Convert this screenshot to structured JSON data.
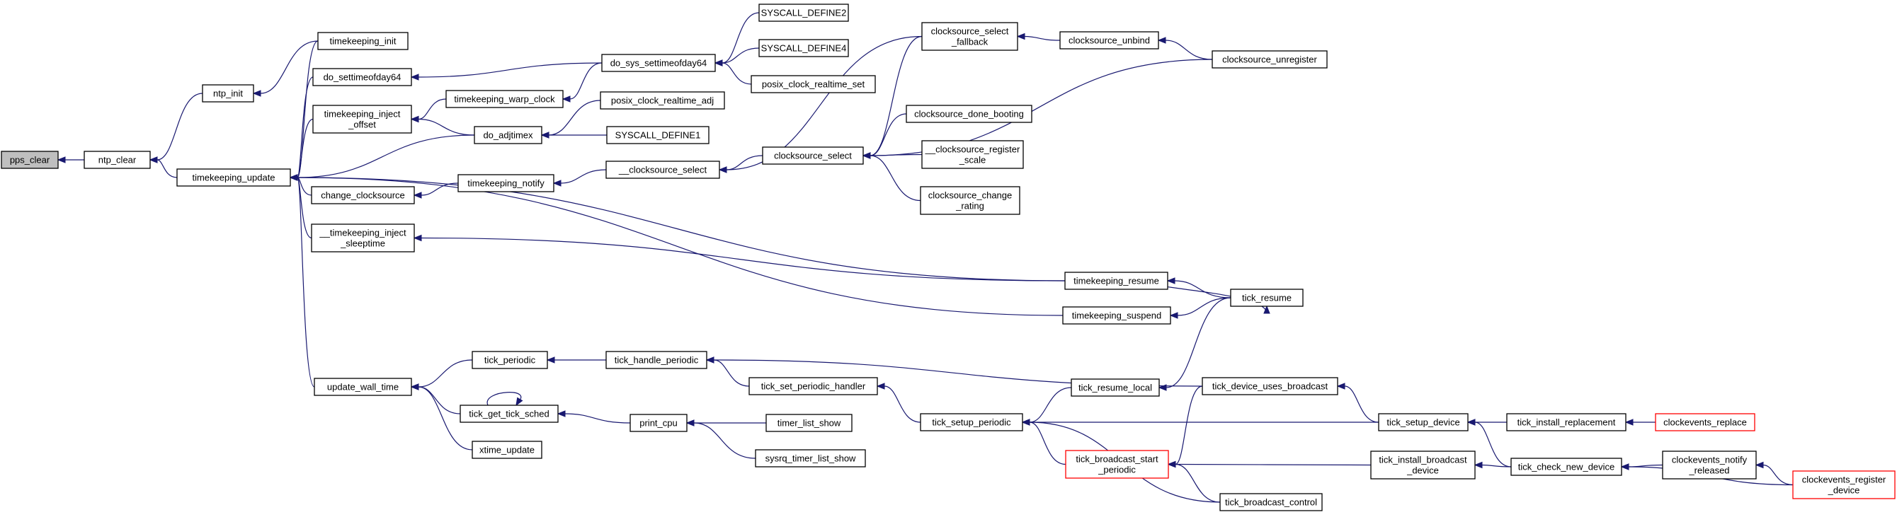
{
  "colors": {
    "edge": "#191970",
    "node_border": "#000000",
    "node_border_truncated": "#ff0000",
    "root_fill": "#bfbfbf",
    "node_fill": "#ffffff"
  },
  "nodes": [
    {
      "id": "pps_clear",
      "lines": [
        "pps_clear"
      ],
      "root": true
    },
    {
      "id": "ntp_clear",
      "lines": [
        "ntp_clear"
      ]
    },
    {
      "id": "ntp_init",
      "lines": [
        "ntp_init"
      ]
    },
    {
      "id": "timekeeping_update",
      "lines": [
        "timekeeping_update"
      ]
    },
    {
      "id": "timekeeping_init",
      "lines": [
        "timekeeping_init"
      ]
    },
    {
      "id": "do_settimeofday64",
      "lines": [
        "do_settimeofday64"
      ]
    },
    {
      "id": "timekeeping_inject_offset",
      "lines": [
        "timekeeping_inject",
        "_offset"
      ]
    },
    {
      "id": "change_clocksource",
      "lines": [
        "change_clocksource"
      ]
    },
    {
      "id": "__timekeeping_inject_sleeptime",
      "lines": [
        "__timekeeping_inject",
        "_sleeptime"
      ]
    },
    {
      "id": "update_wall_time",
      "lines": [
        "update_wall_time"
      ]
    },
    {
      "id": "do_sys_settimeofday64",
      "lines": [
        "do_sys_settimeofday64"
      ]
    },
    {
      "id": "timekeeping_warp_clock",
      "lines": [
        "timekeeping_warp_clock"
      ]
    },
    {
      "id": "do_adjtimex",
      "lines": [
        "do_adjtimex"
      ]
    },
    {
      "id": "timekeeping_notify",
      "lines": [
        "timekeeping_notify"
      ]
    },
    {
      "id": "tick_periodic",
      "lines": [
        "tick_periodic"
      ]
    },
    {
      "id": "tick_get_tick_sched",
      "lines": [
        "tick_get_tick_sched"
      ]
    },
    {
      "id": "xtime_update",
      "lines": [
        "xtime_update"
      ]
    },
    {
      "id": "SYSCALL_DEFINE2",
      "lines": [
        "SYSCALL_DEFINE2"
      ]
    },
    {
      "id": "SYSCALL_DEFINE4",
      "lines": [
        "SYSCALL_DEFINE4"
      ]
    },
    {
      "id": "posix_clock_realtime_set",
      "lines": [
        "posix_clock_realtime_set"
      ]
    },
    {
      "id": "posix_clock_realtime_adj",
      "lines": [
        "posix_clock_realtime_adj"
      ]
    },
    {
      "id": "SYSCALL_DEFINE1",
      "lines": [
        "SYSCALL_DEFINE1"
      ]
    },
    {
      "id": "__clocksource_select",
      "lines": [
        "__clocksource_select"
      ]
    },
    {
      "id": "tick_handle_periodic",
      "lines": [
        "tick_handle_periodic"
      ]
    },
    {
      "id": "print_cpu",
      "lines": [
        "print_cpu"
      ]
    },
    {
      "id": "clocksource_select",
      "lines": [
        "clocksource_select"
      ]
    },
    {
      "id": "tick_set_periodic_handler",
      "lines": [
        "tick_set_periodic_handler"
      ]
    },
    {
      "id": "timer_list_show",
      "lines": [
        "timer_list_show"
      ]
    },
    {
      "id": "sysrq_timer_list_show",
      "lines": [
        "sysrq_timer_list_show"
      ]
    },
    {
      "id": "clocksource_select_fallback",
      "lines": [
        "clocksource_select",
        "_fallback"
      ]
    },
    {
      "id": "clocksource_done_booting",
      "lines": [
        "clocksource_done_booting"
      ]
    },
    {
      "id": "__clocksource_register_scale",
      "lines": [
        "__clocksource_register",
        "_scale"
      ]
    },
    {
      "id": "clocksource_change_rating",
      "lines": [
        "clocksource_change",
        "_rating"
      ]
    },
    {
      "id": "tick_setup_periodic",
      "lines": [
        "tick_setup_periodic"
      ]
    },
    {
      "id": "clocksource_unbind",
      "lines": [
        "clocksource_unbind"
      ]
    },
    {
      "id": "timekeeping_resume",
      "lines": [
        "timekeeping_resume"
      ]
    },
    {
      "id": "timekeeping_suspend",
      "lines": [
        "timekeeping_suspend"
      ]
    },
    {
      "id": "tick_resume_local",
      "lines": [
        "tick_resume_local"
      ]
    },
    {
      "id": "tick_broadcast_start_periodic",
      "lines": [
        "tick_broadcast_start",
        "_periodic"
      ],
      "truncated": true
    },
    {
      "id": "clocksource_unregister",
      "lines": [
        "clocksource_unregister"
      ]
    },
    {
      "id": "tick_resume",
      "lines": [
        "tick_resume"
      ]
    },
    {
      "id": "tick_device_uses_broadcast",
      "lines": [
        "tick_device_uses_broadcast"
      ]
    },
    {
      "id": "tick_broadcast_control",
      "lines": [
        "tick_broadcast_control"
      ]
    },
    {
      "id": "tick_setup_device",
      "lines": [
        "tick_setup_device"
      ]
    },
    {
      "id": "tick_install_broadcast_device",
      "lines": [
        "tick_install_broadcast",
        "_device"
      ]
    },
    {
      "id": "tick_install_replacement",
      "lines": [
        "tick_install_replacement"
      ]
    },
    {
      "id": "tick_check_new_device",
      "lines": [
        "tick_check_new_device"
      ]
    },
    {
      "id": "clockevents_replace",
      "lines": [
        "clockevents_replace"
      ],
      "truncated": true
    },
    {
      "id": "clockevents_notify_released",
      "lines": [
        "clockevents_notify",
        "_released"
      ]
    },
    {
      "id": "clockevents_register_device",
      "lines": [
        "clockevents_register",
        "_device"
      ],
      "truncated": true
    }
  ],
  "edges": [
    {
      "from": "ntp_clear",
      "to": "pps_clear"
    },
    {
      "from": "ntp_init",
      "to": "ntp_clear"
    },
    {
      "from": "timekeeping_update",
      "to": "ntp_clear"
    },
    {
      "from": "timekeeping_init",
      "to": "ntp_init"
    },
    {
      "from": "timekeeping_init",
      "to": "timekeeping_update"
    },
    {
      "from": "do_settimeofday64",
      "to": "timekeeping_update"
    },
    {
      "from": "timekeeping_inject_offset",
      "to": "timekeeping_update"
    },
    {
      "from": "do_adjtimex",
      "to": "timekeeping_update"
    },
    {
      "from": "change_clocksource",
      "to": "timekeeping_update"
    },
    {
      "from": "__timekeeping_inject_sleeptime",
      "to": "timekeeping_update"
    },
    {
      "from": "timekeeping_resume",
      "to": "timekeeping_update"
    },
    {
      "from": "timekeeping_suspend",
      "to": "timekeeping_update"
    },
    {
      "from": "update_wall_time",
      "to": "timekeeping_update"
    },
    {
      "from": "do_sys_settimeofday64",
      "to": "do_settimeofday64"
    },
    {
      "from": "timekeeping_warp_clock",
      "to": "timekeeping_inject_offset"
    },
    {
      "from": "do_adjtimex",
      "to": "timekeeping_inject_offset"
    },
    {
      "from": "timekeeping_notify",
      "to": "change_clocksource"
    },
    {
      "from": "timekeeping_resume",
      "to": "__timekeeping_inject_sleeptime"
    },
    {
      "from": "tick_periodic",
      "to": "update_wall_time"
    },
    {
      "from": "tick_get_tick_sched",
      "to": "update_wall_time"
    },
    {
      "from": "xtime_update",
      "to": "update_wall_time"
    },
    {
      "from": "SYSCALL_DEFINE2",
      "to": "do_sys_settimeofday64"
    },
    {
      "from": "SYSCALL_DEFINE4",
      "to": "do_sys_settimeofday64"
    },
    {
      "from": "posix_clock_realtime_set",
      "to": "do_sys_settimeofday64"
    },
    {
      "from": "do_sys_settimeofday64",
      "to": "timekeeping_warp_clock"
    },
    {
      "from": "posix_clock_realtime_adj",
      "to": "do_adjtimex"
    },
    {
      "from": "SYSCALL_DEFINE1",
      "to": "do_adjtimex"
    },
    {
      "from": "__clocksource_select",
      "to": "timekeeping_notify"
    },
    {
      "from": "tick_handle_periodic",
      "to": "tick_periodic"
    },
    {
      "from": "tick_get_tick_sched",
      "to": "tick_get_tick_sched"
    },
    {
      "from": "print_cpu",
      "to": "tick_get_tick_sched"
    },
    {
      "from": "clocksource_select",
      "to": "__clocksource_select"
    },
    {
      "from": "clocksource_select_fallback",
      "to": "__clocksource_select"
    },
    {
      "from": "tick_set_periodic_handler",
      "to": "tick_handle_periodic"
    },
    {
      "from": "tick_device_uses_broadcast",
      "to": "tick_handle_periodic"
    },
    {
      "from": "timer_list_show",
      "to": "print_cpu"
    },
    {
      "from": "sysrq_timer_list_show",
      "to": "print_cpu"
    },
    {
      "from": "clocksource_select_fallback",
      "to": "clocksource_select"
    },
    {
      "from": "clocksource_unregister",
      "to": "clocksource_select"
    },
    {
      "from": "clocksource_done_booting",
      "to": "clocksource_select"
    },
    {
      "from": "__clocksource_register_scale",
      "to": "clocksource_select"
    },
    {
      "from": "clocksource_change_rating",
      "to": "clocksource_select"
    },
    {
      "from": "tick_setup_periodic",
      "to": "tick_set_periodic_handler"
    },
    {
      "from": "clocksource_unbind",
      "to": "clocksource_select_fallback"
    },
    {
      "from": "tick_resume_local",
      "to": "tick_setup_periodic"
    },
    {
      "from": "tick_broadcast_start_periodic",
      "to": "tick_setup_periodic"
    },
    {
      "from": "tick_broadcast_control",
      "to": "tick_setup_periodic"
    },
    {
      "from": "tick_setup_device",
      "to": "tick_setup_periodic"
    },
    {
      "from": "clocksource_unregister",
      "to": "clocksource_unbind"
    },
    {
      "from": "tick_resume",
      "to": "timekeeping_resume"
    },
    {
      "from": "tick_resume",
      "to": "timekeeping_suspend"
    },
    {
      "from": "tick_resume",
      "to": "tick_resume_local"
    },
    {
      "from": "tick_device_uses_broadcast",
      "to": "tick_broadcast_start_periodic"
    },
    {
      "from": "tick_install_broadcast_device",
      "to": "tick_broadcast_start_periodic"
    },
    {
      "from": "tick_broadcast_control",
      "to": "tick_broadcast_start_periodic"
    },
    {
      "from": "timekeeping_resume",
      "to": "tick_resume"
    },
    {
      "from": "tick_setup_device",
      "to": "tick_device_uses_broadcast"
    },
    {
      "from": "tick_install_replacement",
      "to": "tick_setup_device"
    },
    {
      "from": "tick_check_new_device",
      "to": "tick_setup_device"
    },
    {
      "from": "tick_check_new_device",
      "to": "tick_install_broadcast_device"
    },
    {
      "from": "clockevents_replace",
      "to": "tick_install_replacement"
    },
    {
      "from": "clockevents_notify_released",
      "to": "tick_check_new_device"
    },
    {
      "from": "clockevents_register_device",
      "to": "tick_check_new_device"
    },
    {
      "from": "clockevents_register_device",
      "to": "clockevents_notify_released"
    }
  ]
}
